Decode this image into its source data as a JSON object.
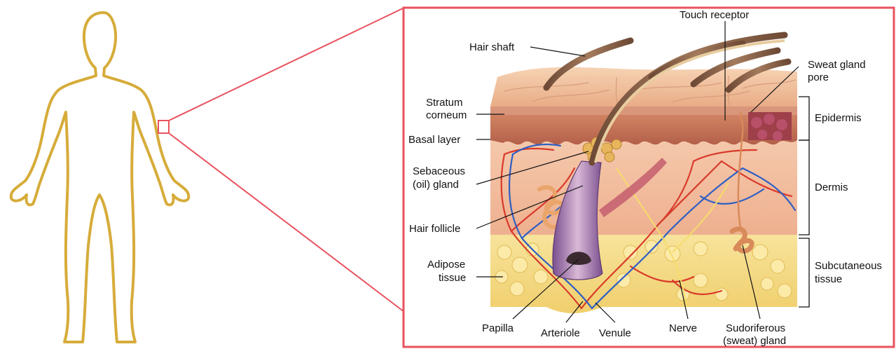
{
  "colors": {
    "outline": "#d6ac3a",
    "frame": "#e8525e",
    "skin": "#efb08c",
    "epidermis": "#c9785a",
    "dermis": "#f2bfa0",
    "fat": "#f5dc83",
    "artery": "#d93a2b",
    "vein": "#2f5fc4",
    "hair": "#8a6248"
  },
  "icons": {
    "human_figure": "human-silhouette-outline",
    "zoom_marker": "zoom-square-marker"
  },
  "labels": {
    "hair_shaft": "Hair shaft",
    "touch_receptor": "Touch receptor",
    "sweat_gland_pore_1": "Sweat gland",
    "sweat_gland_pore_2": "pore",
    "stratum_corneum_1": "Stratum",
    "stratum_corneum_2": "corneum",
    "basal_layer": "Basal layer",
    "sebaceous_1": "Sebaceous",
    "sebaceous_2": "(oil) gland",
    "hair_follicle": "Hair follicle",
    "adipose_1": "Adipose",
    "adipose_2": "tissue",
    "papilla": "Papilla",
    "arteriole": "Arteriole",
    "venule": "Venule",
    "nerve": "Nerve",
    "sudoriferous_1": "Sudoriferous",
    "sudoriferous_2": "(sweat) gland",
    "epidermis": "Epidermis",
    "dermis": "Dermis",
    "subcutaneous_1": "Subcutaneous",
    "subcutaneous_2": "tissue"
  }
}
